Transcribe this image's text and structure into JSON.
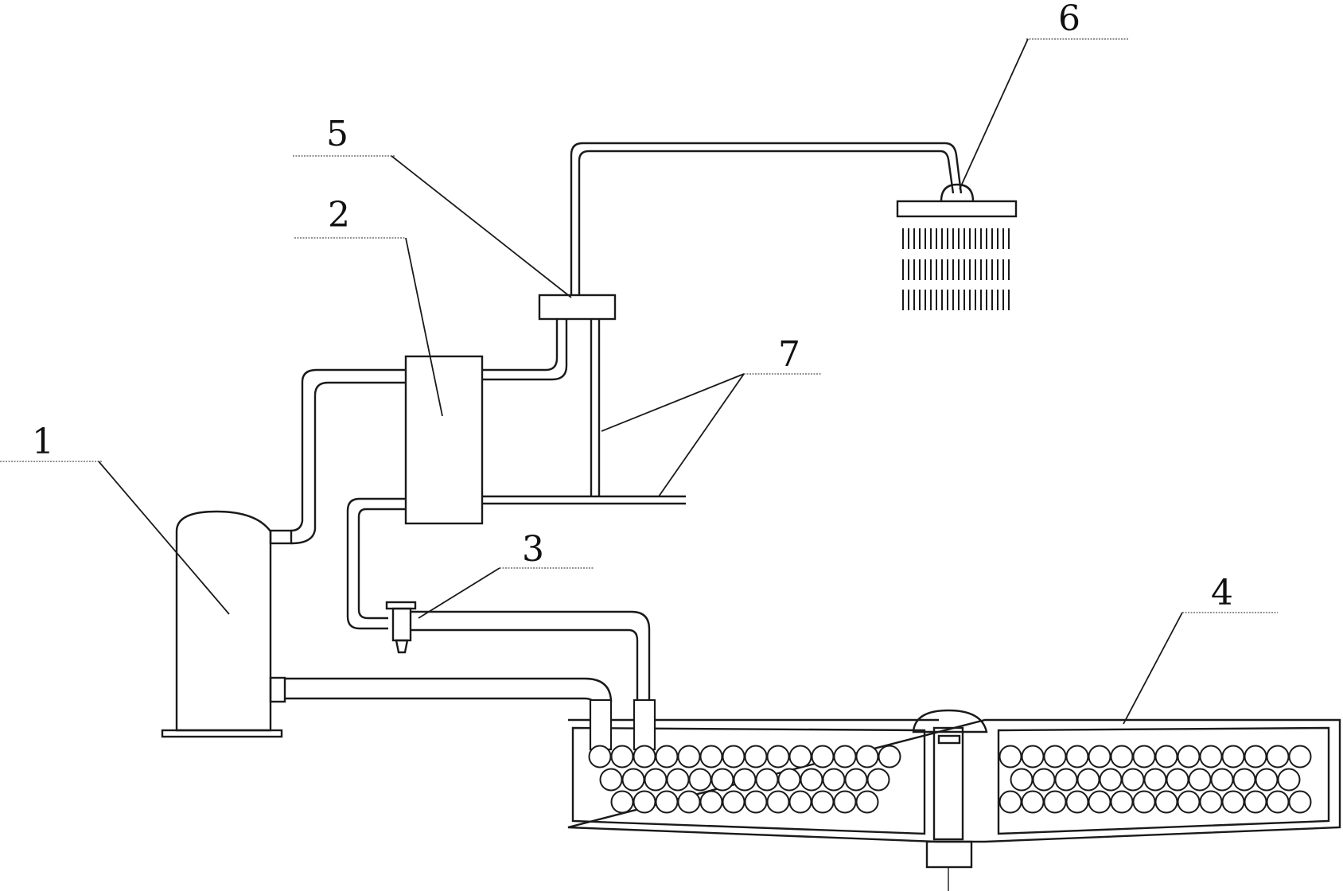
{
  "labels": {
    "compressor": "1",
    "condenser": "2",
    "expansion_valve": "3",
    "evaporator": "4",
    "mixing_valve": "5",
    "shower_head": "6",
    "water_pipe": "7"
  }
}
